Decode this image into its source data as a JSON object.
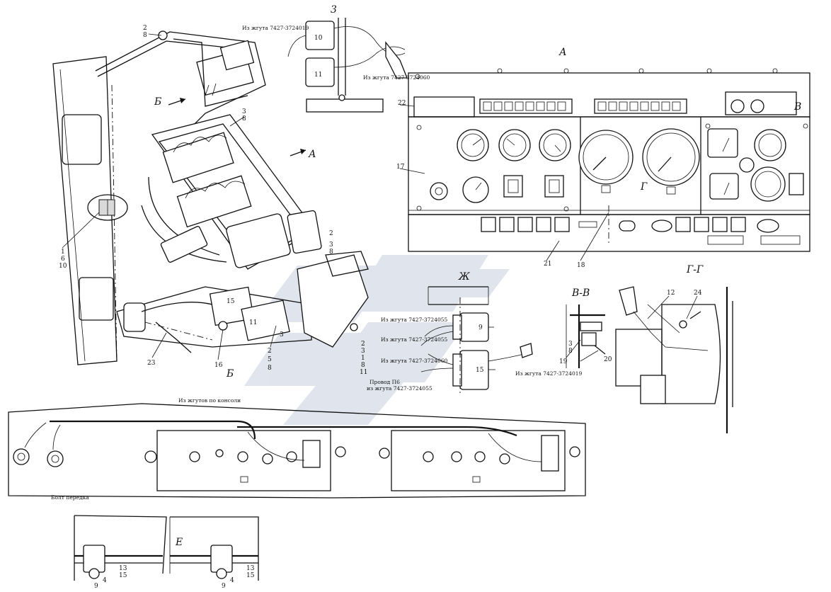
{
  "views": {
    "view_a": "А",
    "view_b": "Б",
    "view_v": "В",
    "view_g": "Г",
    "view_e": "Е",
    "view_zh": "Ж",
    "view_3": "3",
    "section_vv": "В-В",
    "section_gg": "Г-Г",
    "arrow_a": "А",
    "arrow_b": "Б"
  },
  "notes": {
    "harness_019_top": "Из жгута 7427-3724019",
    "harness_060_top": "Из жгута 7427-3724060",
    "harness_055_zh": "Из жгута 7427-3724055",
    "harness_055b_zh": "Из жгута 7427-3724055",
    "harness_060_zh": "Из жгута 7427-3724060",
    "harness_019_zh": "Из жгута 7427-3724019",
    "wire_p6": "Провод П6",
    "wire_p6_from": "из жгута 7427-3724055",
    "from_console": "Из жгутов по консоли",
    "bolt_front": "Болт передка"
  },
  "callouts": {
    "c_2_8": "2",
    "c_8": "8",
    "c_3": "3",
    "c_8b": "8",
    "c_1": "1",
    "c_6": "6",
    "c_10": "10",
    "c_23": "23",
    "c_16": "16",
    "c_2": "2",
    "c_5": "5",
    "c_8c": "8",
    "c_11": "11",
    "c_15": "15",
    "c_3b": "3",
    "c_2b": "2",
    "c_3c": "3",
    "c_8d": "8",
    "c_22": "22",
    "c_17": "17",
    "c_21": "21",
    "c_18": "18",
    "c_12": "12",
    "c_24": "24",
    "c_19": "19",
    "c_20": "20",
    "c_3d": "3",
    "c_8e": "8",
    "c_9": "9",
    "c_15b": "15",
    "c_10b": "10",
    "c_11b": "11",
    "c_13": "13",
    "c_15c": "15",
    "c_4": "4",
    "c_9b": "9",
    "c_13b": "13",
    "c_15d": "15",
    "c_4b": "4",
    "c_9c": "9",
    "c_zh_2": "2",
    "c_zh_3": "3",
    "c_zh_1": "1",
    "c_zh_8": "8",
    "c_zh_11": "11"
  }
}
